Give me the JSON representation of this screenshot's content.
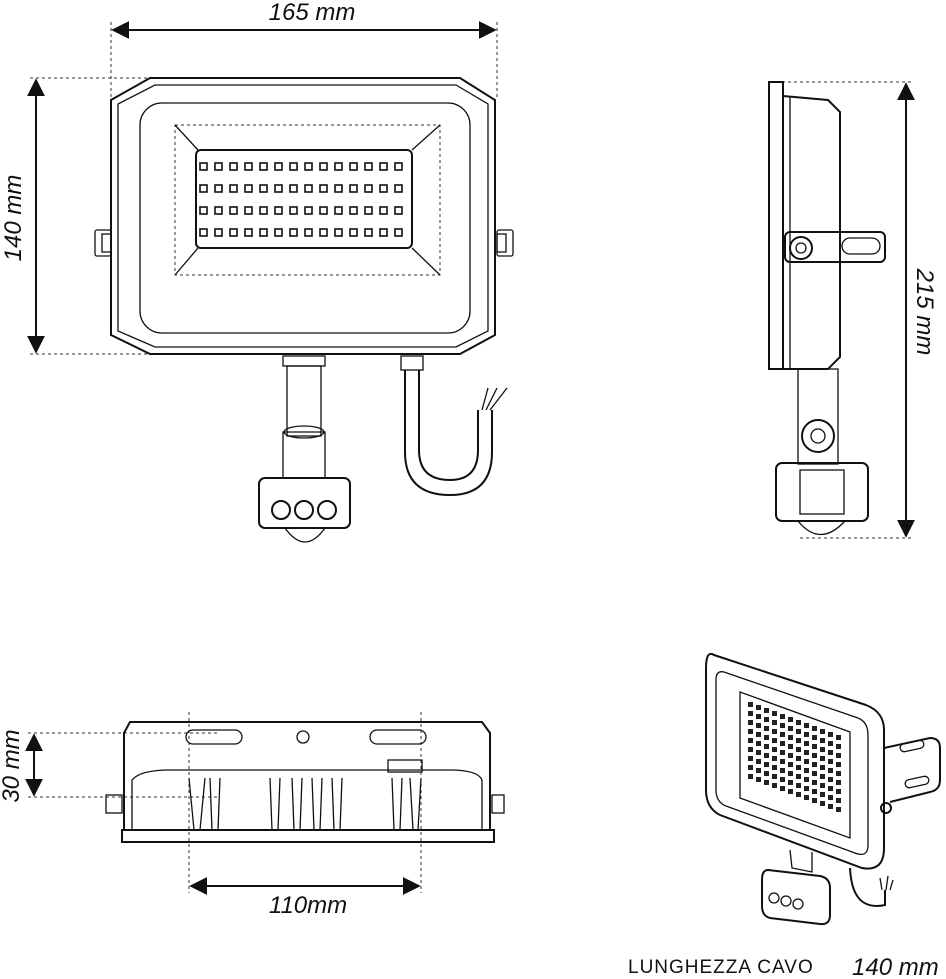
{
  "dimensions": {
    "width_top": "165 mm",
    "height_front": "140 mm",
    "height_side": "215 mm",
    "depth_bottom": "30 mm",
    "bracket_spacing": "110mm"
  },
  "caption": {
    "label": "LUNGHEZZA CAVO",
    "value": "140 mm"
  },
  "views": [
    "front-view",
    "side-view",
    "bottom-view",
    "perspective-view"
  ]
}
